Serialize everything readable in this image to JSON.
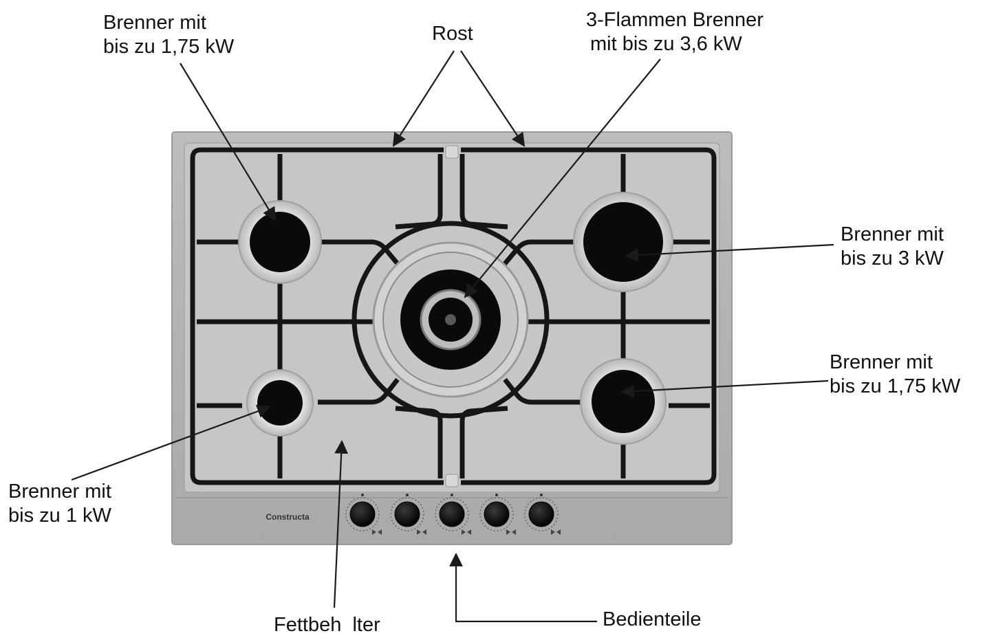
{
  "labels": {
    "burner_top_left": {
      "line1": "Brenner mit",
      "line2": "bis zu 1,75 kW"
    },
    "grate": "Rost",
    "burner_center": {
      "line1": "3-Flammen Brenner",
      "line2": "mit bis zu 3,6 kW"
    },
    "burner_top_right": {
      "line1": "Brenner mit",
      "line2": "bis zu 3 kW"
    },
    "burner_bottom_right": {
      "line1": "Brenner mit",
      "line2": "bis zu 1,75 kW"
    },
    "burner_bottom_left": {
      "line1": "Brenner mit",
      "line2": "bis zu 1 kW"
    },
    "drip_tray": "Fettbeh  lter",
    "controls": "Bedienteile"
  },
  "brand_logo_text": "Constructa",
  "colors": {
    "hob_surface": "#c4c4c4",
    "hob_frame": "#b4b4b4",
    "grate": "#161616",
    "burner_cap": "#0a0a0a",
    "burner_ring": "#dedede",
    "line": "#1a1a1a"
  },
  "knob_count": 5
}
